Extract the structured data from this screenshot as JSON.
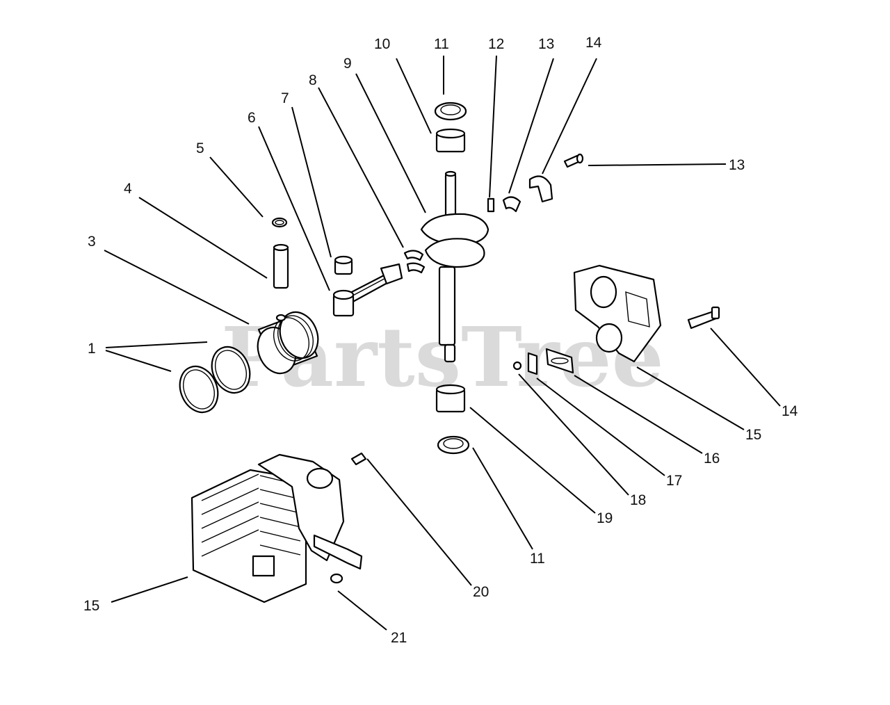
{
  "watermark": {
    "text": "PartsTree",
    "mark": "™"
  },
  "callouts": [
    {
      "id": "c1",
      "label": "1"
    },
    {
      "id": "c2",
      "label": "3"
    },
    {
      "id": "c3",
      "label": "4"
    },
    {
      "id": "c4",
      "label": "5"
    },
    {
      "id": "c5",
      "label": "6"
    },
    {
      "id": "c6",
      "label": "7"
    },
    {
      "id": "c7",
      "label": "8"
    },
    {
      "id": "c8",
      "label": "9"
    },
    {
      "id": "c9",
      "label": "10"
    },
    {
      "id": "c10",
      "label": "11"
    },
    {
      "id": "c11",
      "label": "12"
    },
    {
      "id": "c12",
      "label": "13"
    },
    {
      "id": "c13",
      "label": "14"
    },
    {
      "id": "c14",
      "label": "13"
    },
    {
      "id": "c15",
      "label": "14"
    },
    {
      "id": "c16",
      "label": "15"
    },
    {
      "id": "c17",
      "label": "16"
    },
    {
      "id": "c18",
      "label": "17"
    },
    {
      "id": "c19",
      "label": "18"
    },
    {
      "id": "c20",
      "label": "19"
    },
    {
      "id": "c21",
      "label": "11"
    },
    {
      "id": "c22",
      "label": "20"
    },
    {
      "id": "c23",
      "label": "15"
    },
    {
      "id": "c24",
      "label": "21"
    }
  ]
}
